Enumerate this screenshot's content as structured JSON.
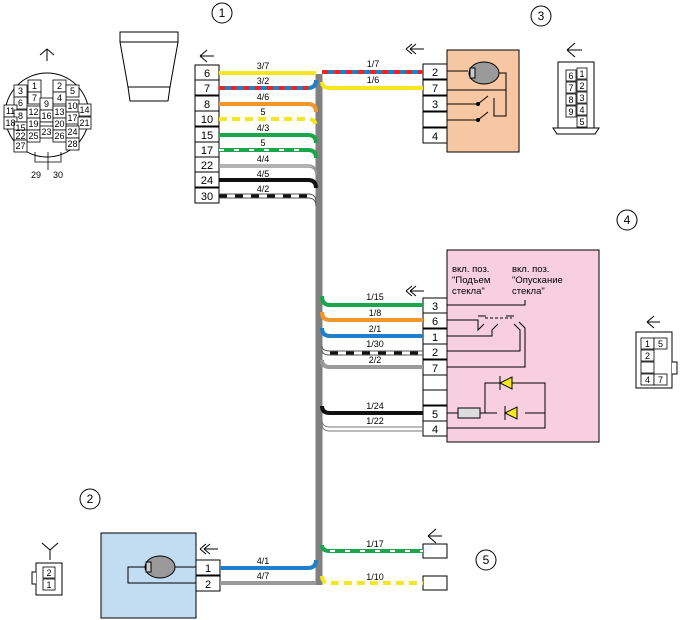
{
  "markers": [
    "1",
    "2",
    "3",
    "4",
    "5"
  ],
  "connector_pinout": [
    "3",
    "1",
    "2",
    "5",
    "4",
    "6",
    "7",
    "11",
    "8",
    "9",
    "10",
    "14",
    "18",
    "15",
    "12",
    "16",
    "13",
    "17",
    "21",
    "22",
    "19",
    "20",
    "24",
    "25",
    "23",
    "26",
    "27",
    "28",
    "29",
    "30"
  ],
  "harness_left": {
    "pins": [
      "6",
      "7",
      "8",
      "10",
      "15",
      "17",
      "22",
      "24",
      "30"
    ],
    "wire_labels": [
      "3/7",
      "3/2",
      "4/6",
      "5",
      "4/3",
      "5",
      "4/4",
      "4/5",
      "4/2"
    ]
  },
  "motor_connector": {
    "pins": [
      "2",
      "7",
      "3",
      "4"
    ],
    "wire_labels": [
      "1/7",
      "1/6"
    ],
    "pinout": [
      "6",
      "1",
      "7",
      "2",
      "8",
      "3",
      "9",
      "4",
      "5"
    ]
  },
  "switch": {
    "caption_up": [
      "вкл. поз.",
      "\"Подъем",
      "стекла\""
    ],
    "caption_down": [
      "вкл. поз.",
      "\"Опускание",
      "стекла\""
    ],
    "pins": [
      "3",
      "6",
      "1",
      "2",
      "7",
      "",
      "",
      "5",
      "4"
    ],
    "wire_labels": [
      "1/15",
      "1/8",
      "2/1",
      "1/30",
      "2/2",
      "1/24",
      "1/22"
    ],
    "pinout": [
      "1",
      "5",
      "2",
      "4",
      "7"
    ]
  },
  "bottom_motor": {
    "pins": [
      "1",
      "2"
    ],
    "wire_labels": [
      "4/1",
      "4/7"
    ],
    "pinout": [
      "2",
      "1"
    ]
  },
  "right_bottom": {
    "wire_labels": [
      "1/17",
      "1/10"
    ]
  },
  "colors": {
    "yellow": "#f5e61e",
    "red": "#e8262a",
    "blue": "#1f7fc7",
    "orange": "#f0962a",
    "green": "#1aa64a",
    "white": "#ffffff",
    "black": "#111111",
    "gray": "#8c8c8c",
    "motor_bg": "#f7c7a4",
    "switch_bg": "#f8cfdf",
    "bottom_bg": "#c2dcf2"
  }
}
